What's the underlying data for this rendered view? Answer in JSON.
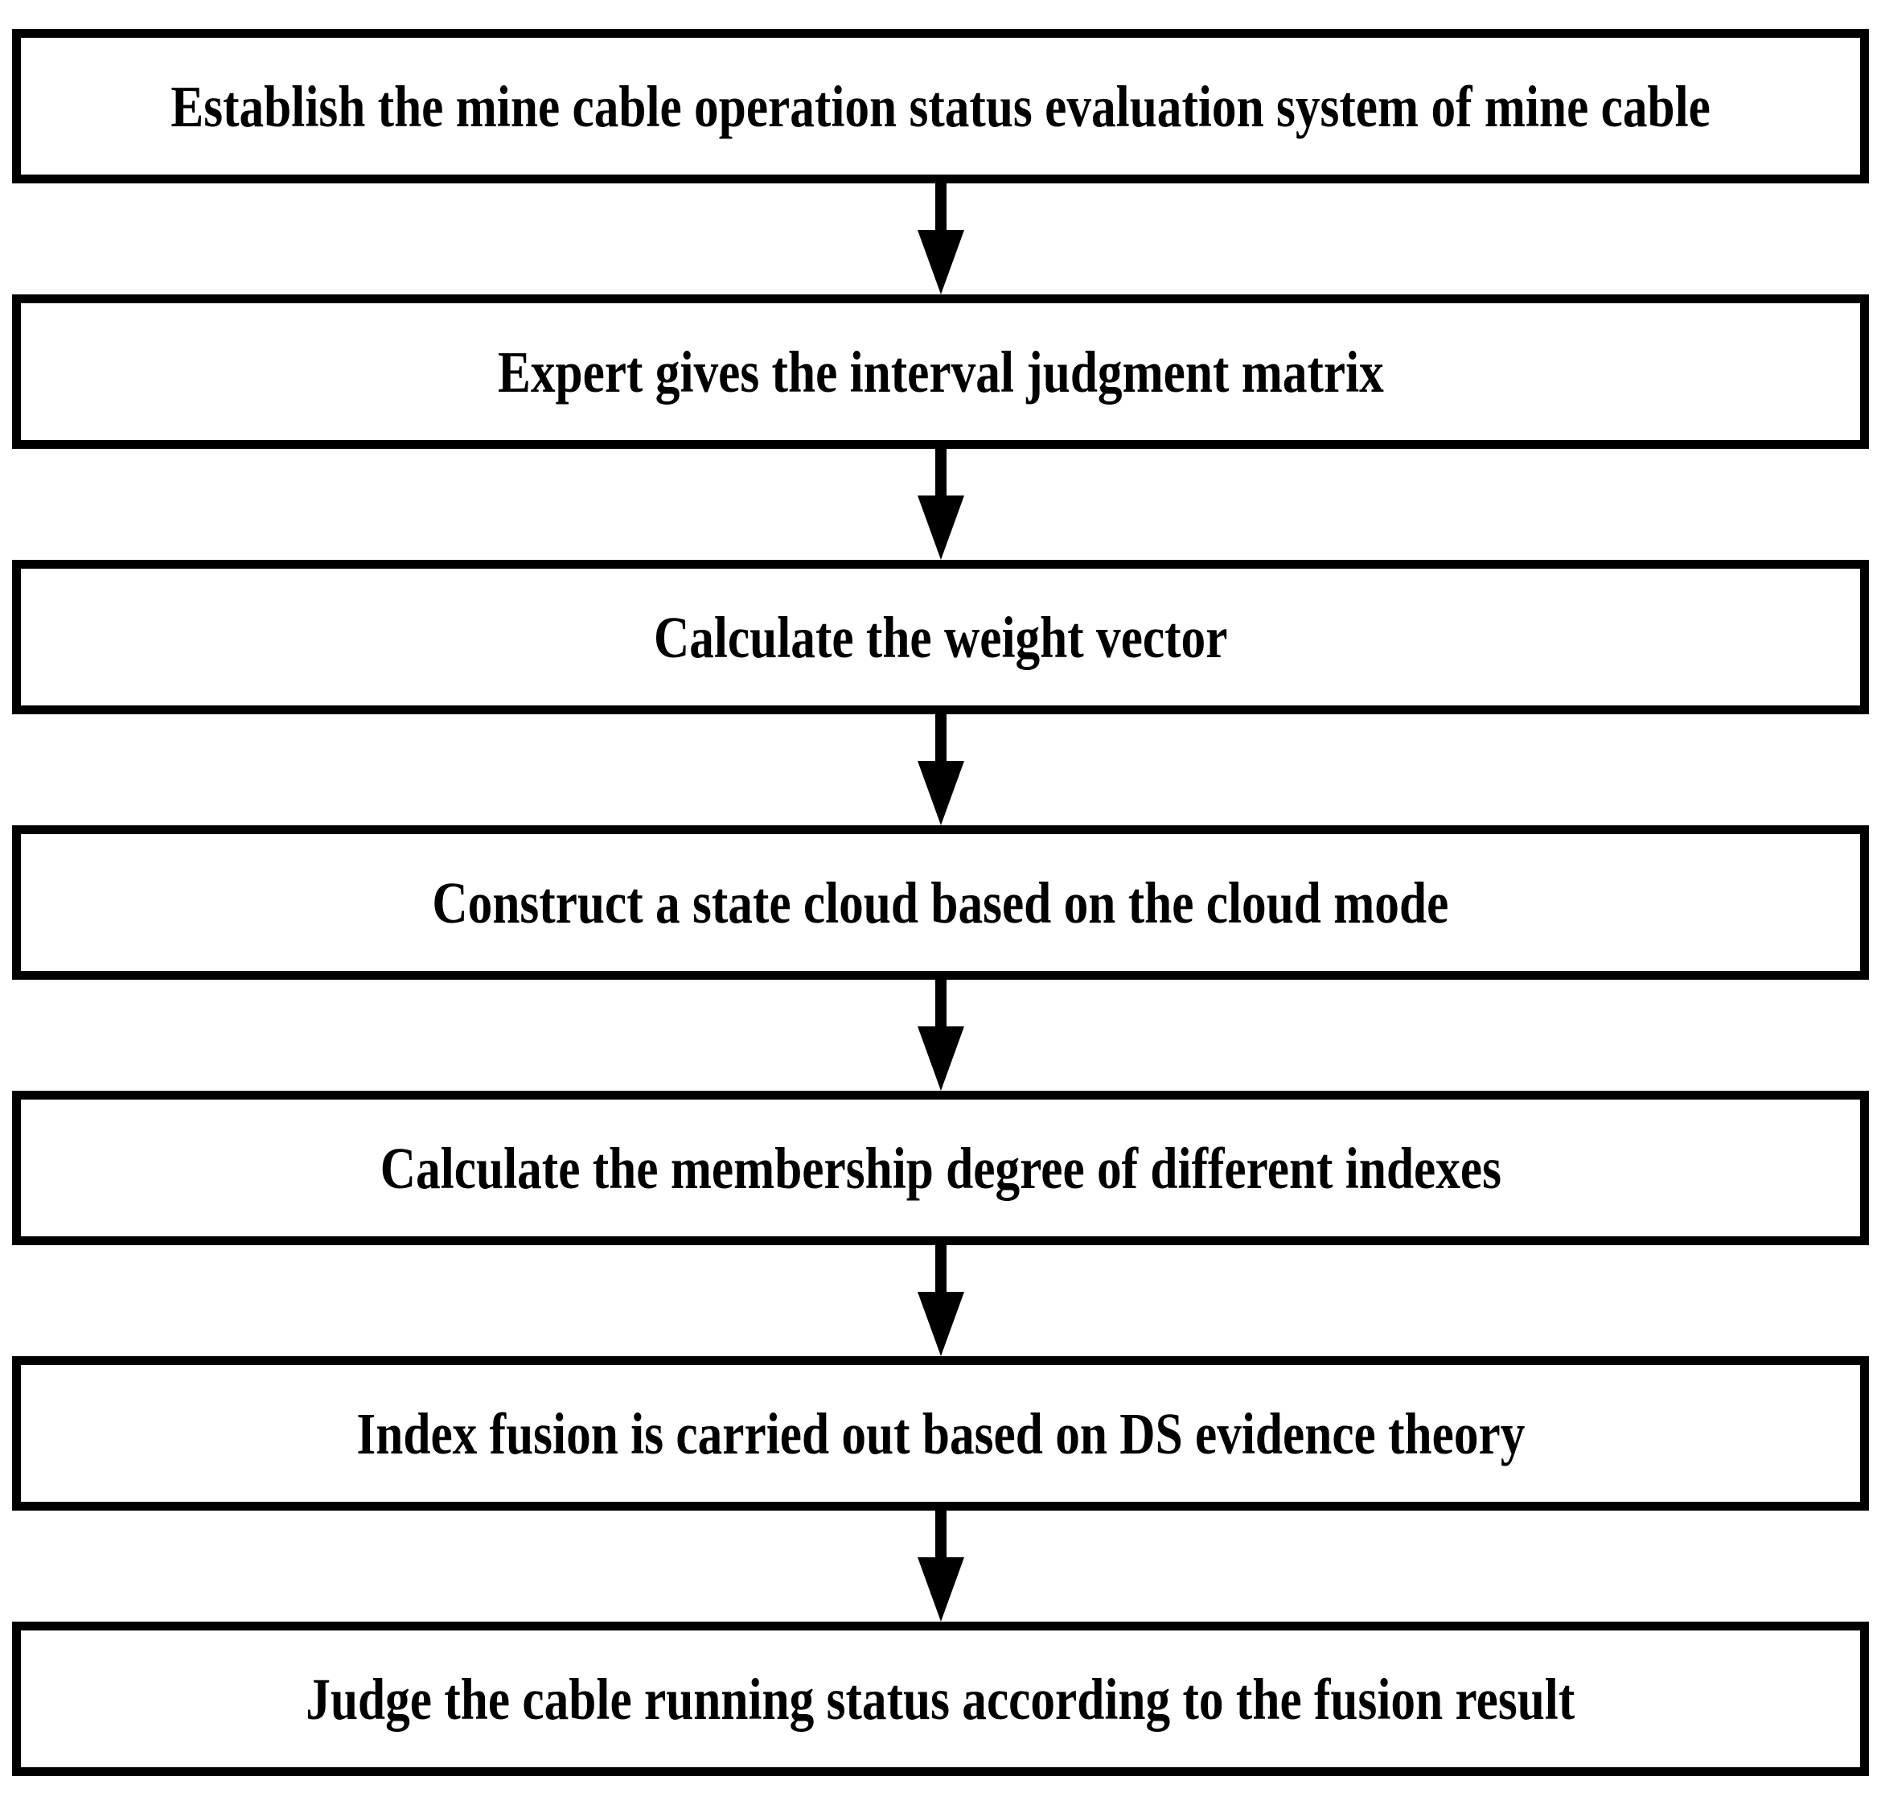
{
  "flowchart": {
    "type": "vertical-flowchart",
    "steps": [
      {
        "label": "Establish the mine cable operation status evaluation system of mine cable"
      },
      {
        "label": "Expert gives the interval judgment matrix"
      },
      {
        "label": "Calculate the weight vector"
      },
      {
        "label": "Construct a state cloud based on the cloud mode"
      },
      {
        "label": "Calculate the membership degree of different indexes"
      },
      {
        "label": "Index fusion is carried out based on DS evidence theory"
      },
      {
        "label": "Judge the cable running status according to the fusion result"
      }
    ],
    "connector": "down-arrow",
    "colors": {
      "background": "#ffffff",
      "box_fill": "#ffffff",
      "box_border": "#000000",
      "text": "#000000",
      "arrow": "#000000"
    }
  }
}
